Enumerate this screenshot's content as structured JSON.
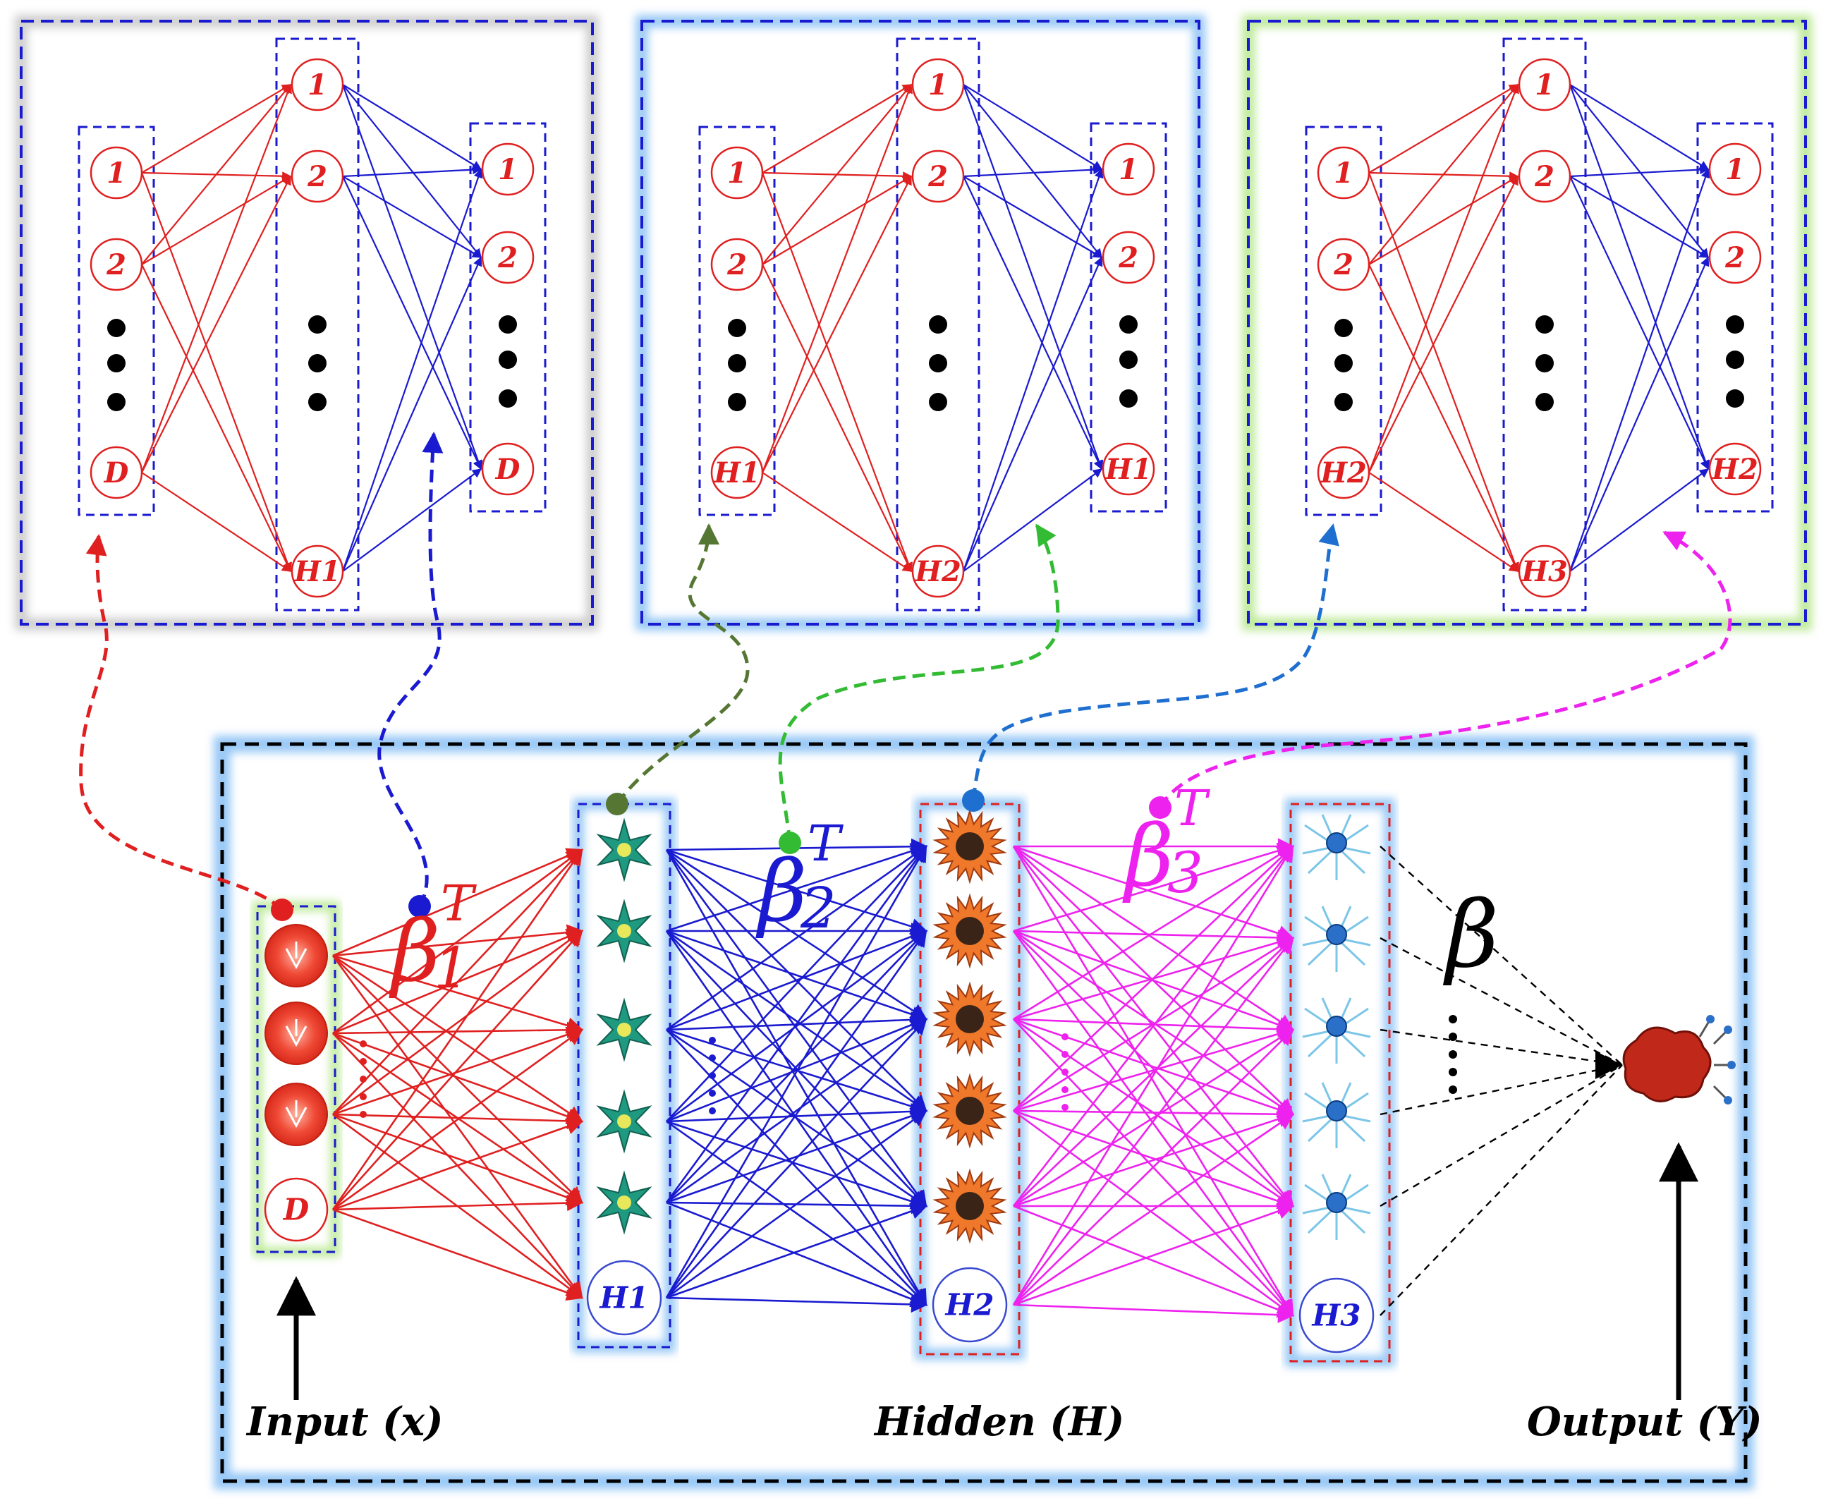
{
  "colors": {
    "red": "#e02020",
    "blue": "#1a1ad0",
    "magenta": "#ee22ee",
    "green": "#33bb33",
    "darkgreen": "#557733",
    "midblue": "#1f6fd0",
    "black": "#000000",
    "glow_blue": "#8ec3f5",
    "glow_green": "#b7e88f",
    "glow_gray": "#c9c9c9"
  },
  "panels": [
    {
      "id": "ae1",
      "input_labels": [
        "1",
        "2",
        "D"
      ],
      "hidden_labels": [
        "1",
        "2",
        "H1"
      ],
      "output_labels": [
        "1",
        "2",
        "D"
      ]
    },
    {
      "id": "ae2",
      "input_labels": [
        "1",
        "2",
        "H1"
      ],
      "hidden_labels": [
        "1",
        "2",
        "H2"
      ],
      "output_labels": [
        "1",
        "2",
        "H1"
      ]
    },
    {
      "id": "ae3",
      "input_labels": [
        "1",
        "2",
        "H2"
      ],
      "hidden_labels": [
        "1",
        "2",
        "H3"
      ],
      "output_labels": [
        "1",
        "2",
        "H2"
      ]
    }
  ],
  "main": {
    "input_last_label": "D",
    "h1_last_label": "H1",
    "h2_last_label": "H2",
    "h3_last_label": "H3",
    "beta1": {
      "symbol": "β",
      "sub": "1",
      "sup": "T"
    },
    "beta2": {
      "symbol": "β",
      "sub": "2",
      "sup": "T"
    },
    "beta3": {
      "symbol": "β",
      "sub": "3",
      "sup": "T"
    },
    "beta": "β",
    "input_caption": "Input (x)",
    "hidden_caption": "Hidden (H)",
    "output_caption": "Output (Y)"
  }
}
